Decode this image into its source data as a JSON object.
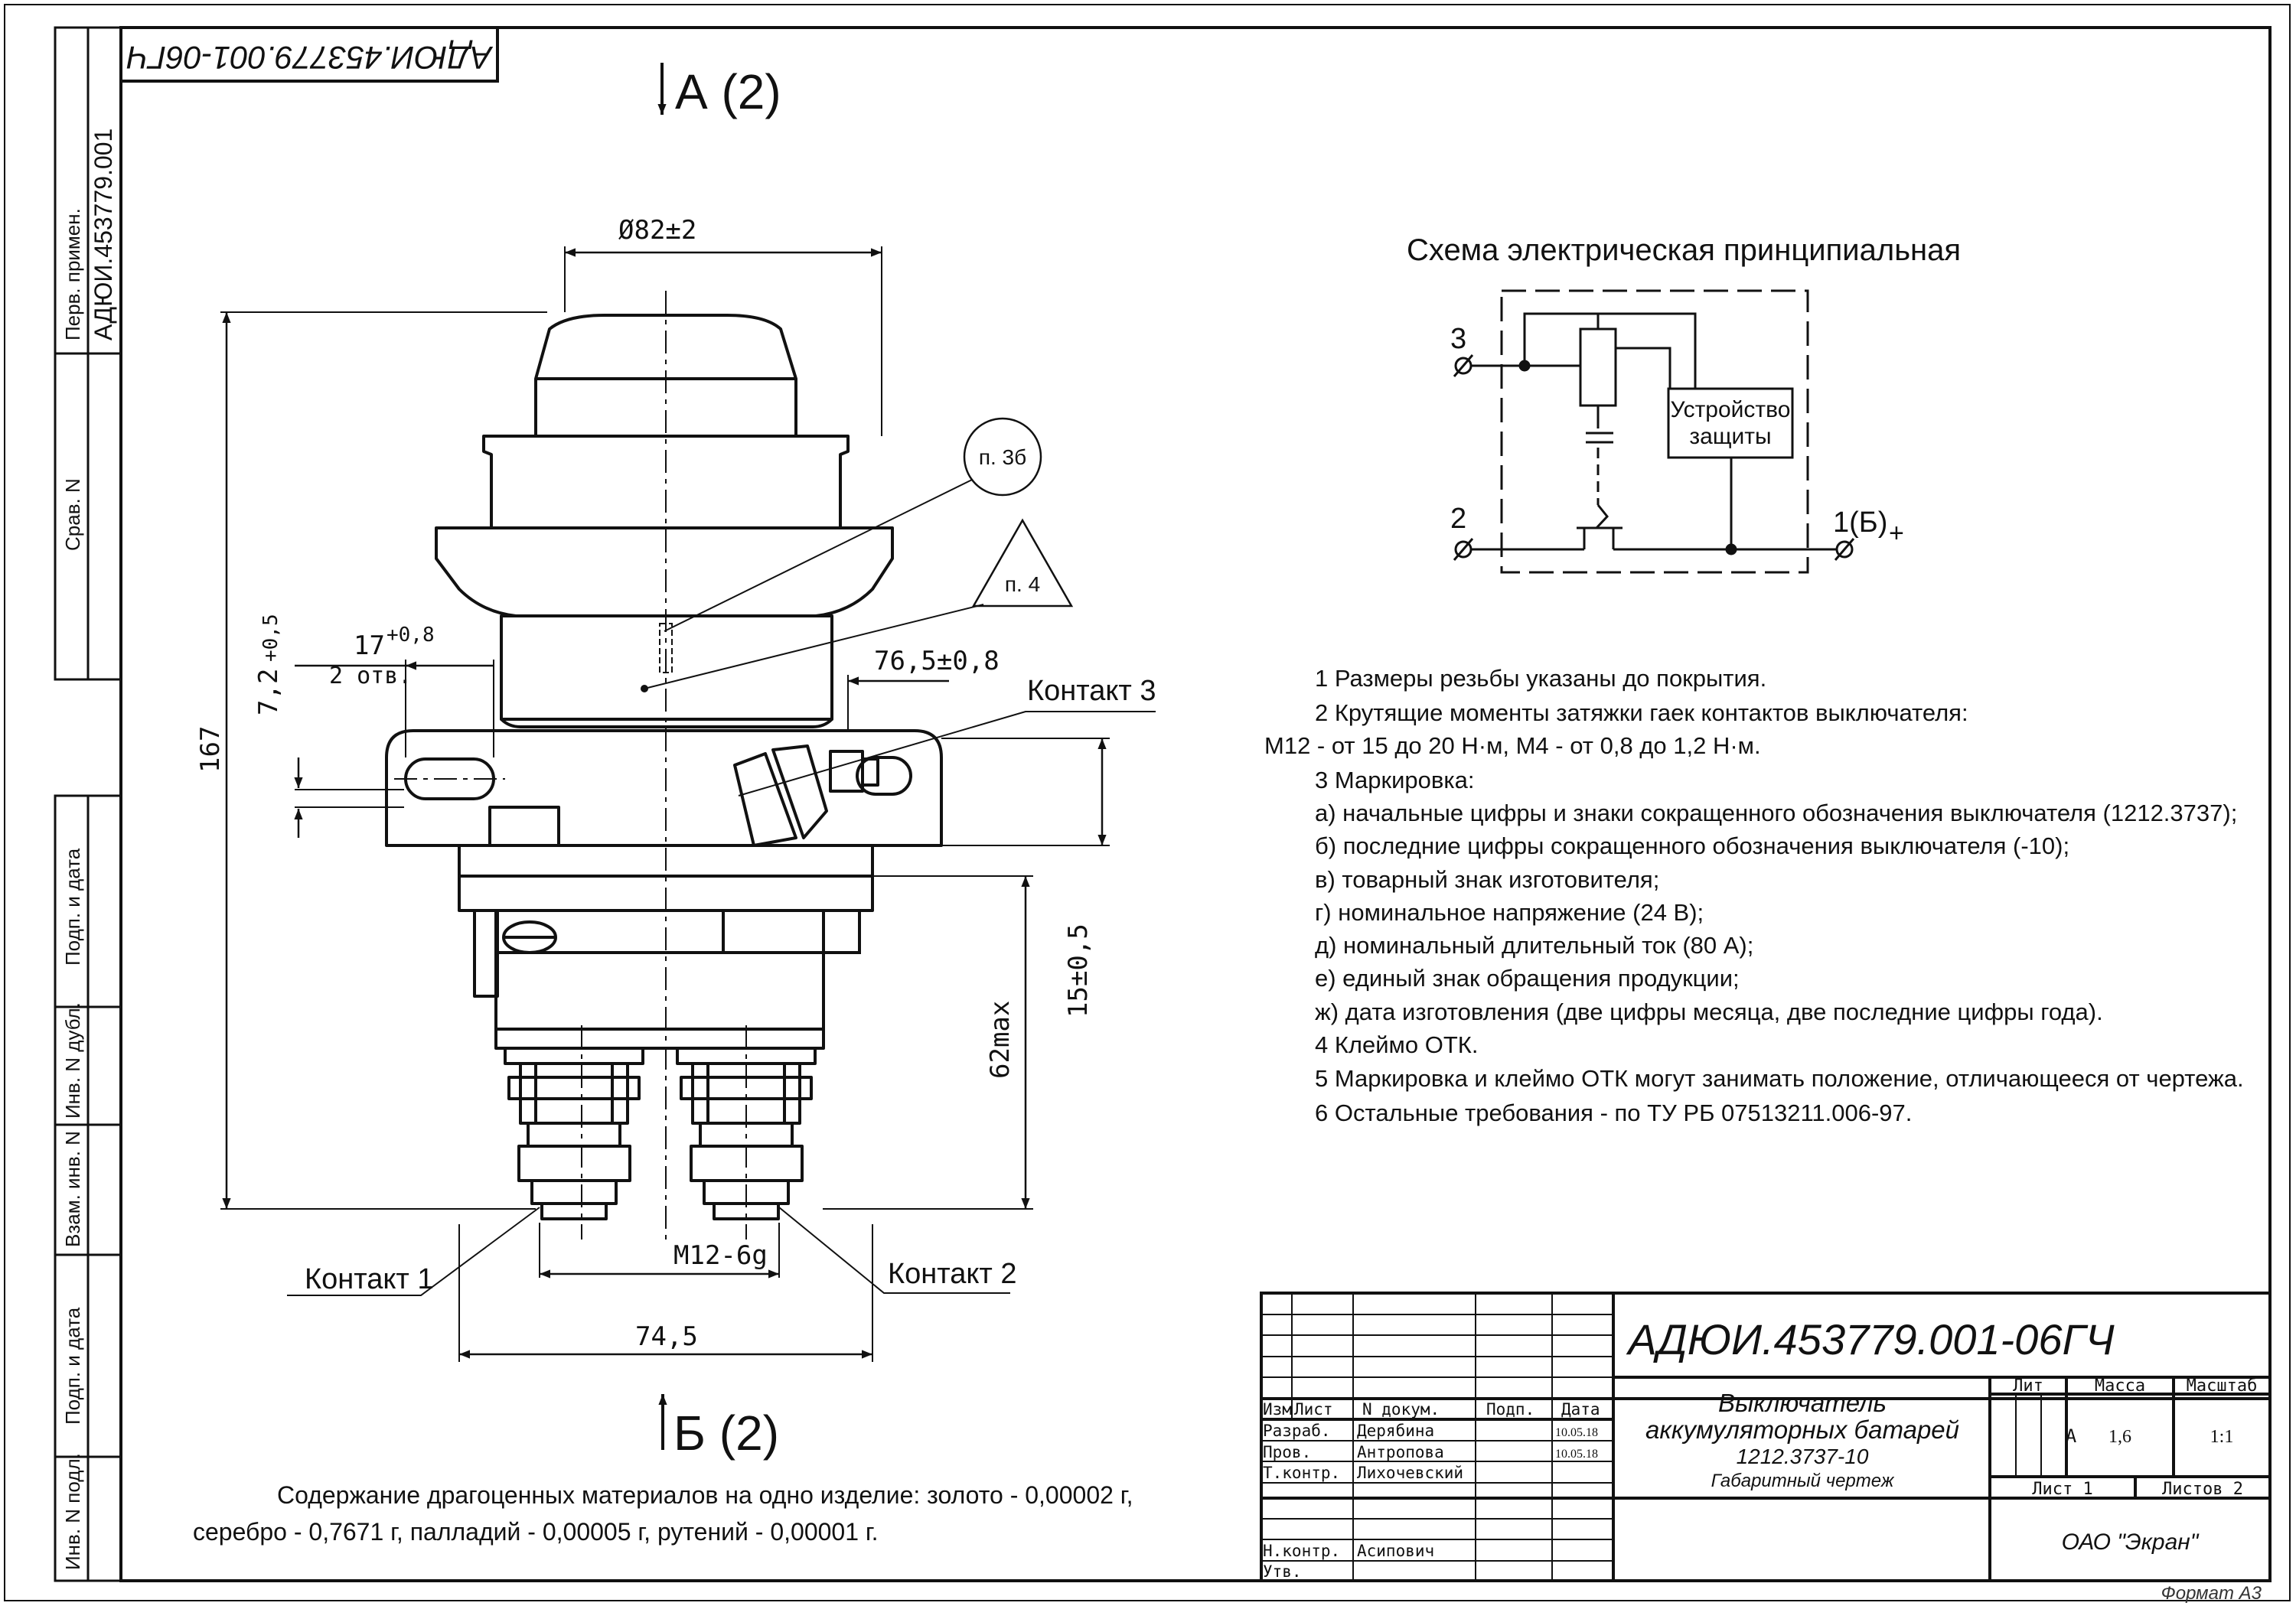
{
  "stamp_top": "АДЮИ.453779.001-06ГЧ",
  "side_frame": {
    "perv_primen_label": "Перв. примен.",
    "perv_primen_value": "АДЮИ.453779.001",
    "sprav_label": "Срав. N",
    "fields": [
      "Подп. и дата",
      "Инв. N дубл.",
      "Взам. инв. N",
      "Подп. и дата",
      "Инв. N подл."
    ]
  },
  "views": {
    "view_a": "А (2)",
    "view_b": "Б (2)"
  },
  "dimensions": {
    "diameter": "Ø82±2",
    "height_total": "167",
    "d1": "17",
    "d1_tol": "+0,8",
    "d1_holes": "2 отв.",
    "d2": "7,2",
    "d2_tol": "+0,5",
    "d3": "76,5±0,8",
    "d4": "15±0,5",
    "d5": "62max",
    "thread": "M12-6g",
    "width_bottom": "74,5"
  },
  "callouts": {
    "p3b": "п. 3б",
    "p4": "п. 4",
    "contact1": "Контакт 1",
    "contact2": "Контакт 2",
    "contact3": "Контакт 3"
  },
  "schematic": {
    "title": "Схема электрическая принципиальная",
    "terminal_3": "3",
    "terminal_2": "2",
    "terminal_1": "1(Б)",
    "plus": "+",
    "device_line1": "Устройство",
    "device_line2": "защиты"
  },
  "notes": [
    "1 Размеры резьбы указаны до покрытия.",
    "2 Крутящие моменты затяжки гаек контактов выключателя:",
    "М12 - от 15 до 20 Н·м, М4 - от 0,8 до 1,2 Н·м.",
    "3  Маркировка:",
    "а)  начальные цифры и знаки сокращенного обозначения выключателя (1212.3737);",
    "б)  последние цифры сокращенного обозначения выключателя (-10);",
    "в)  товарный знак изготовителя;",
    "г)  номинальное напряжение (24 В);",
    "д)  номинальный длительный ток (80 А);",
    "е)  единый знак обращения продукции;",
    "ж)  дата изготовления (две цифры месяца, две последние цифры года).",
    "4  Клеймо ОТК.",
    "5  Маркировка и клеймо ОТК могут занимать положение, отличающееся  от чертежа.",
    "6  Остальные требования - по  ТУ РБ 07513211.006-97."
  ],
  "precious_metals": [
    "Содержание драгоценных материалов  на одно изделие: золото - 0,00002 г,",
    "серебро - 0,7671 г, палладий - 0,00005 г, рутений - 0,00001 г."
  ],
  "title_block": {
    "designation": "АДЮИ.453779.001-06ГЧ",
    "headers": {
      "izm": "Изм",
      "list": "Лист",
      "doc": "N докум.",
      "podp": "Подп.",
      "date": "Дата"
    },
    "rows": [
      {
        "role": "Разраб.",
        "name": "Дерябина",
        "date": "10.05.18"
      },
      {
        "role": "Пров.",
        "name": "Антропова",
        "date": "10.05.18"
      },
      {
        "role": "Т.контр.",
        "name": "Лихочевский",
        "date": ""
      },
      {
        "role": "Н.контр.",
        "name": "Асипович",
        "date": ""
      },
      {
        "role": "Утв.",
        "name": "",
        "date": ""
      }
    ],
    "product_name_1": "Выключатель",
    "product_name_2": "аккумуляторных батарей",
    "product_code": "1212.3737-10",
    "doc_type": "Габаритный чертеж",
    "lit_label": "Лит",
    "mass_label": "Масса",
    "scale_label": "Масштаб",
    "lit_value": "А",
    "mass_value": "1,6",
    "scale_value": "1:1",
    "sheet": "Лист 1",
    "sheets": "Листов 2",
    "company": "ОАО \"Экран\""
  },
  "format": "Формат А3"
}
